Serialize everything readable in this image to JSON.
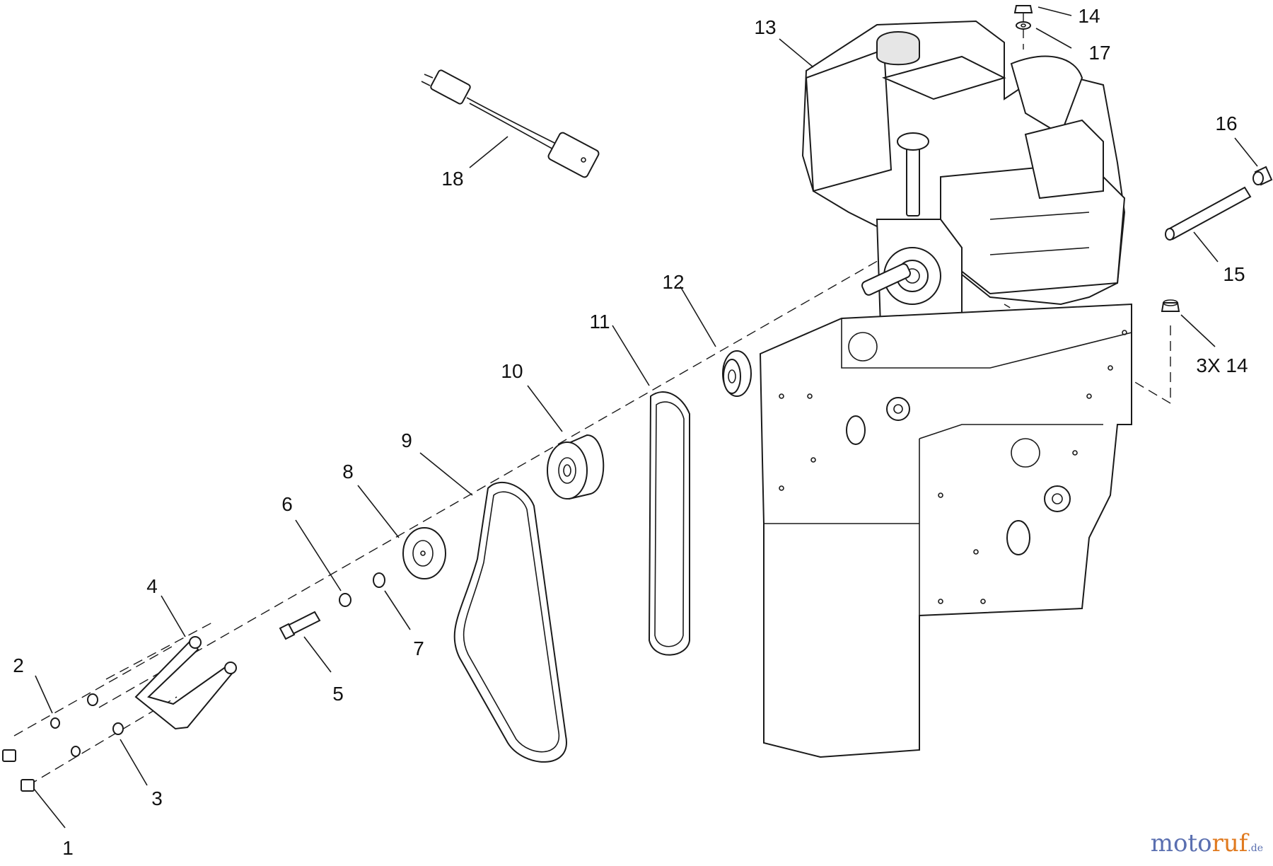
{
  "callouts": {
    "c1": "1",
    "c2": "2",
    "c3": "3",
    "c4": "4",
    "c5": "5",
    "c6": "6",
    "c7": "7",
    "c8": "8",
    "c9": "9",
    "c10": "10",
    "c11": "11",
    "c12": "12",
    "c13": "13",
    "c14": "14",
    "c15": "15",
    "c16": "16",
    "c17": "17",
    "c18": "18",
    "c3x14": "3X 14"
  },
  "watermark": {
    "part1": "moto",
    "part2": "ruf",
    "part3": ".de"
  }
}
